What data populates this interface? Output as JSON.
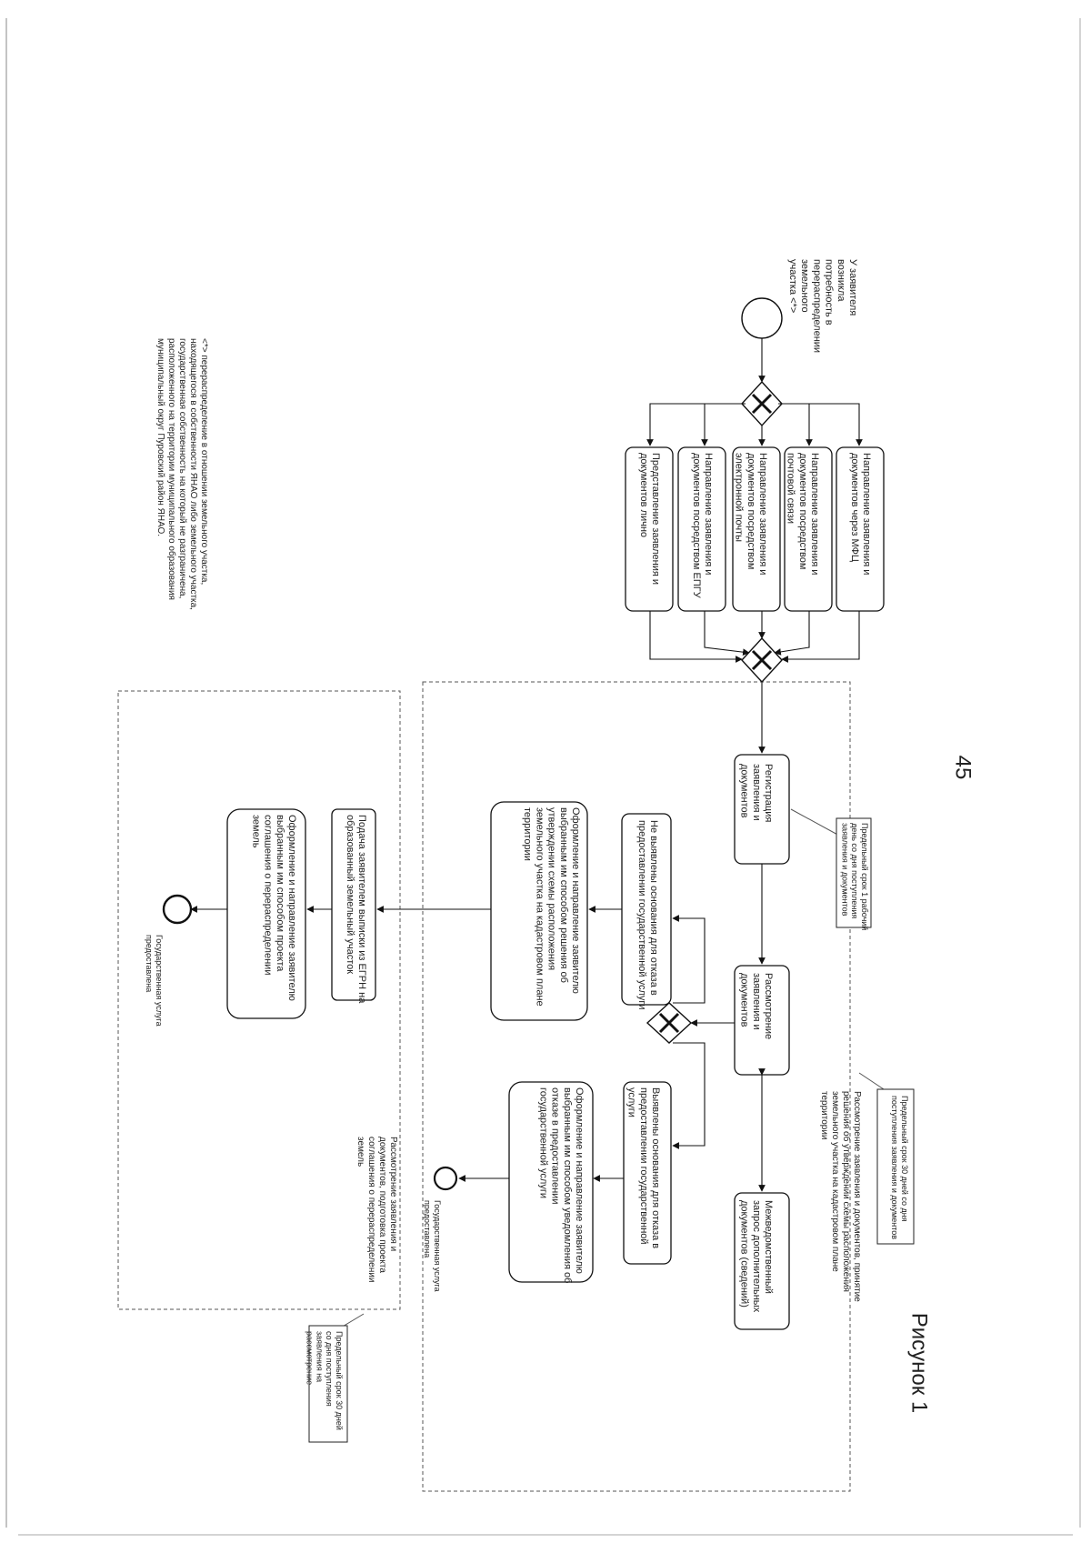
{
  "page_number": "45",
  "caption": "Рисунок 1",
  "start_event": "У заявителя возникла потребность в перераспределении земельного участка <*>",
  "channels": [
    "Направление заявления и документов через МФЦ",
    "Направление заявления и документов посредством почтовой связи",
    "Направление заявления и документов посредством электронной почты",
    "Направление заявления и документов посредством ЕПГУ",
    "Представление заявления и документов лично"
  ],
  "registration": "Регистрация заявления и документов",
  "registration_deadline": "Предельный срок 1 рабочий день со дня поступления заявления и документов",
  "review": "Рассмотрение заявления и документов",
  "review_deadline": "Предельный срок 30 дней со дня поступления заявления и документов",
  "review_note": "Рассмотрение заявления и документов, принятие решения об утверждении схемы расположения земельного участка на кадастровом плане территории",
  "interagency": "Межведомственный запрос дополнительных документов (сведений)",
  "no_grounds": "Не выявлены основания для отказа в предоставлении государственной услуги",
  "scheme_decision": "Оформление и направление заявителю выбранным им способом решения об утверждении схемы расположения земельного участка на кадастровом плане территории",
  "grounds_found": "Выявлены основания для отказа в предоставлении государственной услуги",
  "refusal_notice": "Оформление и направление заявителю выбранным им способом уведомления об отказе в предоставлении государственной услуги",
  "end_refusal": "Государственная услуга предоставлена",
  "egrn": "Подача заявителем выписки из ЕГРН на образованный земельный участок",
  "agreement": "Оформление и направление заявителю выбранным им способом проекта соглашения о перераспределении земель",
  "end_final": "Государственная услуга предоставлена",
  "agreement_group": "Рассмотрение заявления и документов, подготовка проекта соглашения о перераспределении земель",
  "agreement_deadline": "Предельный срок 30 дней со дня поступления заявления на рассмотрение",
  "footnote": "<*> перераспределение в отношении земельного участка, находящегося в собственности ЯНАО либо земельного участка, государственная собственность на который не разграничена, расположенного на территории муниципального образования муниципальный округ Пуровский район ЯНАО."
}
